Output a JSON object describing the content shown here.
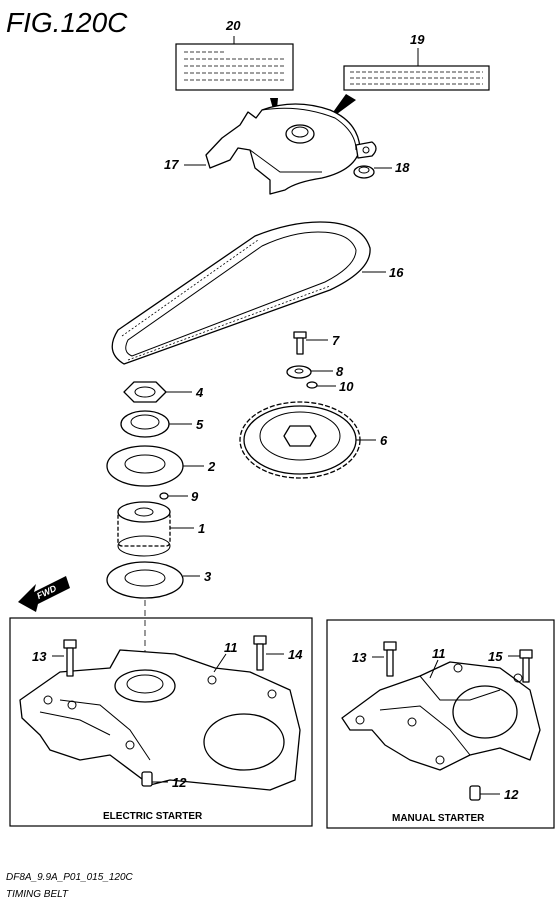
{
  "title": "FIG.120C",
  "footer": {
    "code": "DF8A_9.9A_P01_015_120C",
    "name": "TIMING BELT"
  },
  "fwd_label": "FWD",
  "panels": {
    "electric": "ELECTRIC STARTER",
    "manual": "MANUAL STARTER"
  },
  "callouts": {
    "c1": "1",
    "c2": "2",
    "c3": "3",
    "c4": "4",
    "c5": "5",
    "c6": "6",
    "c7": "7",
    "c8": "8",
    "c9": "9",
    "c10": "10",
    "c11a": "11",
    "c11b": "11",
    "c12a": "12",
    "c12b": "12",
    "c13a": "13",
    "c13b": "13",
    "c14": "14",
    "c15": "15",
    "c16": "16",
    "c17": "17",
    "c18": "18",
    "c19": "19",
    "c20": "20"
  }
}
